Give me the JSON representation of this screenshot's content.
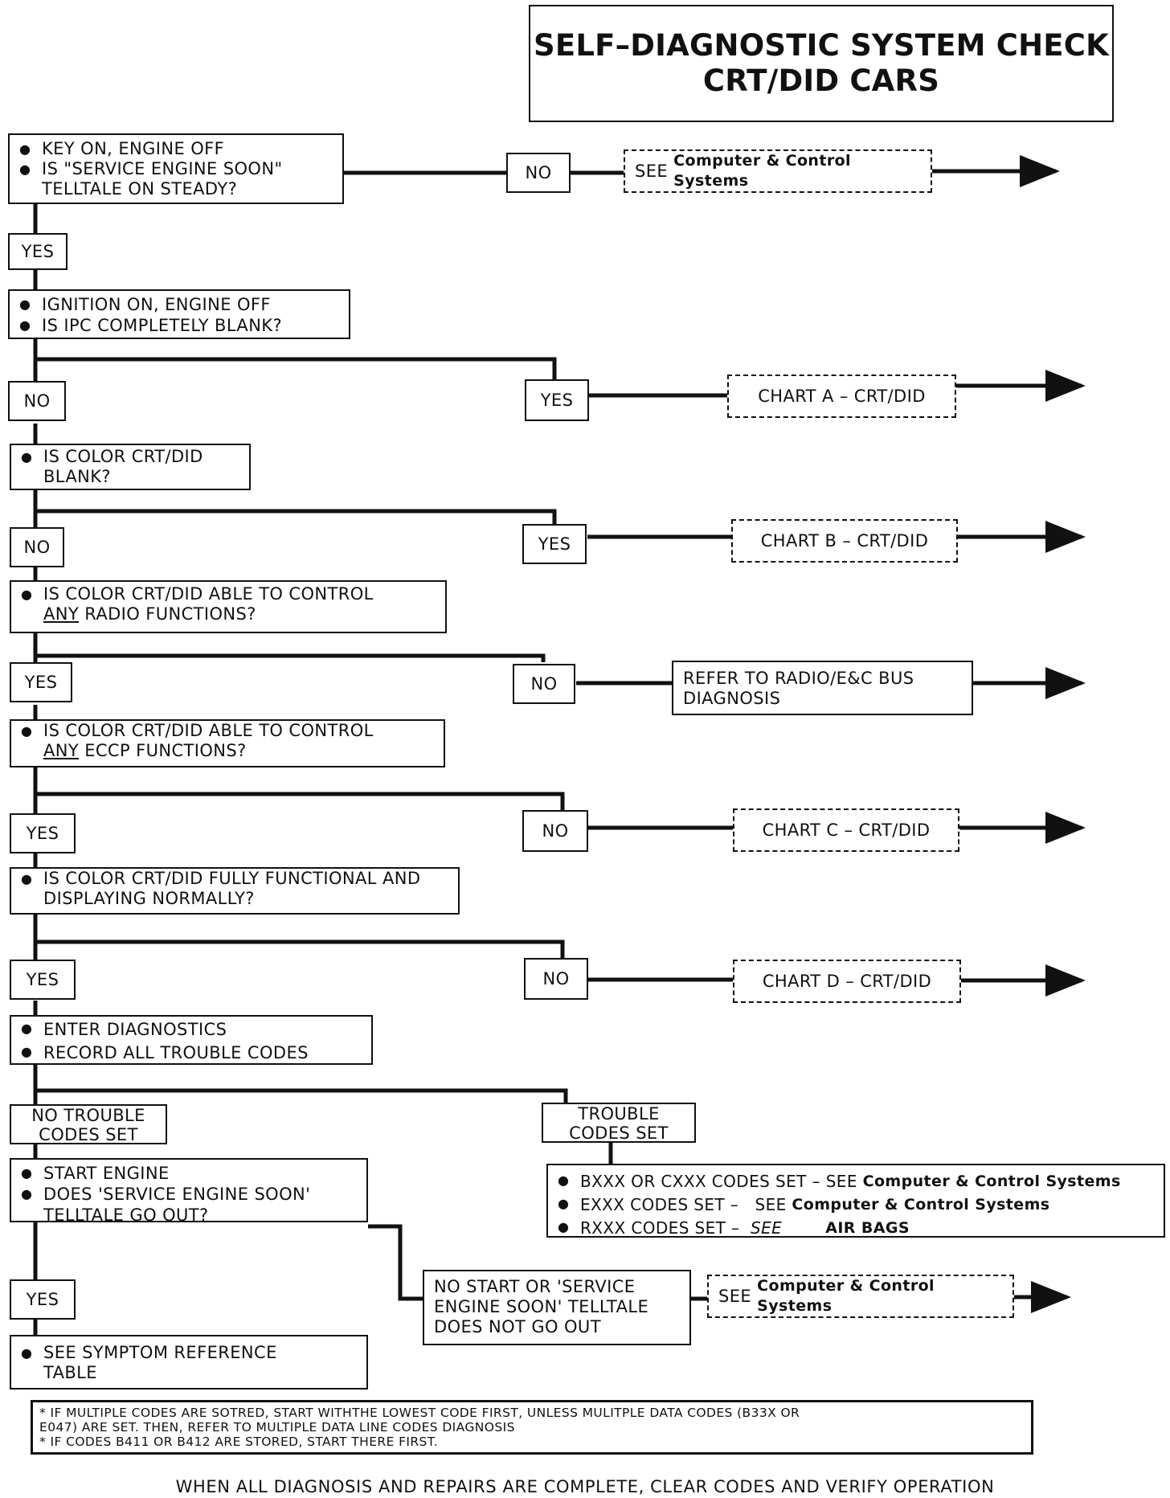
{
  "title": {
    "line1": "SELF–DIAGNOSTIC SYSTEM CHECK",
    "line2": "CRT/DID CARS"
  },
  "nodes": {
    "q1": {
      "items": [
        "KEY ON, ENGINE OFF",
        "IS \"SERVICE ENGINE SOON\" TELLTALE ON STEADY?"
      ]
    },
    "q1_no": "NO",
    "q1_no_ref_prefix": "SEE",
    "q1_no_ref": "Computer & Control Systems",
    "q1_yes": "YES",
    "q2": {
      "items": [
        "IGNITION ON, ENGINE OFF",
        "IS IPC COMPLETELY BLANK?"
      ]
    },
    "q2_no": "NO",
    "q2_yes": "YES",
    "chart_a": "CHART A – CRT/DID",
    "q3": {
      "items": [
        "IS COLOR CRT/DID BLANK?"
      ]
    },
    "q3_no": "NO",
    "q3_yes": "YES",
    "chart_b": "CHART B – CRT/DID",
    "q4_prefix": "IS COLOR CRT/DID ABLE TO CONTROL",
    "q4_any": "ANY",
    "q4_suffix": "RADIO FUNCTIONS?",
    "q4_yes": "YES",
    "q4_no": "NO",
    "radio_ref": "REFER TO RADIO/E&C BUS DIAGNOSIS",
    "q5_prefix": "IS COLOR CRT/DID ABLE TO CONTROL",
    "q5_any": "ANY",
    "q5_suffix": "ECCP FUNCTIONS?",
    "q5_yes": "YES",
    "q5_no": "NO",
    "chart_c": "CHART C – CRT/DID",
    "q6": {
      "items": [
        "IS COLOR CRT/DID FULLY FUNCTIONAL AND DISPLAYING NORMALLY?"
      ]
    },
    "q6_yes": "YES",
    "q6_no": "NO",
    "chart_d": "CHART D – CRT/DID",
    "diag": {
      "items": [
        "ENTER DIAGNOSTICS",
        "RECORD ALL TROUBLE CODES"
      ]
    },
    "no_codes": "NO TROUBLE CODES SET",
    "codes_set": "TROUBLE CODES SET",
    "codes_list": [
      {
        "text": "BXXX OR CXXX CODES SET –",
        "see": "SEE",
        "ref": "Computer & Control Systems"
      },
      {
        "text": "EXXX CODES SET –",
        "see": "SEE",
        "ref": "Computer & Control Systems"
      },
      {
        "text": "RXXX CODES SET –",
        "see": "SEE",
        "ref": "AIR BAGS"
      }
    ],
    "start": {
      "items": [
        "START ENGINE",
        "DOES 'SERVICE ENGINE SOON' TELLTALE GO OUT?"
      ]
    },
    "start_yes": "YES",
    "no_start": "NO START OR 'SERVICE ENGINE SOON' TELLTALE DOES NOT GO OUT",
    "no_start_ref_prefix": "SEE",
    "no_start_ref": "Computer & Control Systems",
    "symptom": {
      "items": [
        "SEE SYMPTOM REFERENCE TABLE"
      ]
    }
  },
  "note": {
    "line1": "* IF MULTIPLE CODES ARE SOTRED, START WITHTHE LOWEST CODE FIRST, UNLESS MULITPLE DATA CODES (B33X OR",
    "line2": "E047) ARE SET.  THEN, REFER TO MULTIPLE DATA LINE CODES DIAGNOSIS",
    "line3": "* IF CODES B411 OR B412 ARE STORED, START THERE FIRST."
  },
  "footer": "WHEN ALL DIAGNOSIS AND REPAIRS ARE COMPLETE, CLEAR CODES AND VERIFY OPERATION",
  "icons": {
    "bullet": "•",
    "arrow": "arrow-right-icon"
  },
  "colors": {
    "ink": "#111111",
    "paper": "#ffffff"
  }
}
